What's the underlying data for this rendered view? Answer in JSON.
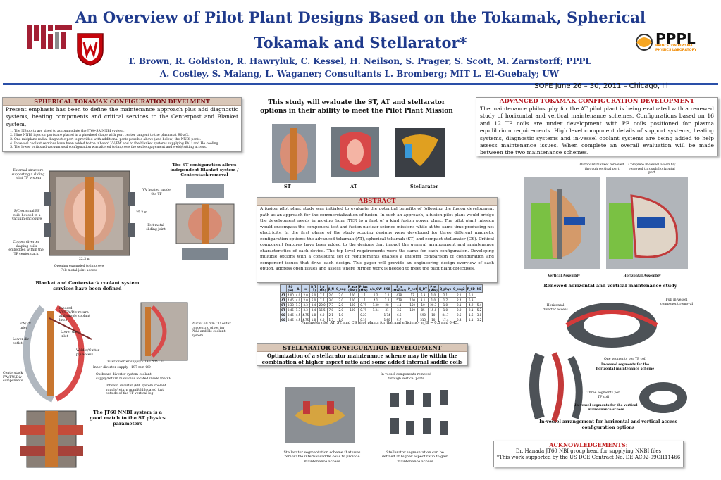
{
  "header": {
    "title_line1": "An Overview of Pilot Plant Designs Based on the Tokamak, Spherical",
    "title_line2": "Tokamak and Stellarator*",
    "authors_line1": "T. Brown, R. Goldston, R. Hawryluk, C. Kessel, H. Neilson, S. Prager, S. Scott, M. Zarnstorff; PPPL",
    "authors_line2": "A. Costley, S. Malang, L. Waganer; Consultants    L. Bromberg; MIT  L. El-Guebaly; UW",
    "conference": "SOFE June 26 – 30, 2011 – Chicago, Ill",
    "pppl_sub": "PRINCETON PLASMA PHYSICS LABORATORY"
  },
  "spherical": {
    "heading": "SPHERICAL TOKAMAK CONFIGURATION DEVELMENT",
    "intro": "Present emphasis has been to define the maintenance approach plus add diagnostic systems, heating components and critical services to the Centerpost and Blanket system,.",
    "items": [
      "The NB ports are sized to accommodate the JT60-SA NNBI system.",
      "Nine NNBI injector ports are placed in a pinwheel shape with port center tangent to the plasma at R0 a/2.",
      "One midplane radial diagnostic port is provided with additional ports possible above (and below) the NNBI ports.",
      "In-vessel coolant services have been added to the inboard VV/FW and to the blanket systems supplying PbLi and He cooling.",
      "The lower outboard vacuum seal configuration was altered to improve the seal engagement and weld/cutting access."
    ],
    "label_external_structure": "External structure supporting a sliding joint TF system",
    "label_sc_pf": "S/C external PF coils housed in a vacuum enclosure",
    "label_copper": "Copper diverter shaping coils embedded within the TF centerstack",
    "label_opening": "Opening expanded to improve Felt metal joint access",
    "label_vv_heated": "VV heated inside the TF",
    "label_felt": "Felt metal sliding joint",
    "dim_height": "25.2 m",
    "dim_width": "22.3 m",
    "caption_st_config": "The ST configuration allows independent Blanket system / Centerstack removal",
    "caption_blanket_services": "Blanket and Centerstack coolant system services have been defined",
    "label_inboard_vv": "Inboard VV/FW/Div return and supply coolant lines",
    "label_fw_vv_inlet": "FW/VV inlet",
    "label_lower_div_inlet": "Lower div inlet",
    "label_lower_div_outlet": "Lower div outlet",
    "label_welder": "Welder/Cutter pip access",
    "label_centerstack": "Centerstack FW/FW/Div components",
    "label_outer_supply": "Outer diverter supply - 140 mm OD",
    "label_inner_supply": "Inner diverter supply - 197 mm OD",
    "label_outboard_return": "Outboard diverter system coolant supply/return manifolds located inside the VV",
    "label_inboard_return": "Inboard diverter /FW system coolant supply/return manifold located just outside of the TF vertical leg",
    "label_pair_pipes": "Pair of 69 mm OD outer concentric pipes for PbLi and He coolant system",
    "caption_jt60": "The JT60 NNBI system is a good match to the ST physics parameters"
  },
  "study": {
    "statement": "This study will evaluate the ST, AT and stellarator options in their ability to meet the Pilot Plant Mission",
    "labels": [
      "ST",
      "AT",
      "Stellarator"
    ]
  },
  "abstract": {
    "heading": "ABSTRACT",
    "text": "A fusion pilot plant study was initiated to evaluate the potential benefits of following the fusion development path as an approach for the commercialization of fusion. In such an approach, a fusion pilot plant would bridge the development needs in moving from ITER to a first of a kind fusion power plant. The pilot plant mission would encompass the component test and fusion nuclear science missions while at the same time producing net electricity. In the first phase of the study scoping designs were developed for three different magnetic configuration options: the advanced tokamak (AT), spherical tokamak (ST) and compact stellarator (CS). Critical component features have been added to the designs that impact the general arrangement and maintenance characteristics of each device. The top level requirements were the same for each configuration. Developing multiple options with a consistent set of requirements enables a uniform comparison of configuration and component issues that drive each design. This paper will provide an engineering design overview of each option, address open issues and assess where further work is needed to meet the pilot plant objectives."
  },
  "table": {
    "headers": [
      "",
      "R0 (m)",
      "A",
      "κ",
      "B_T (T)",
      "I_p (MA)",
      "β_N",
      "Q_eng",
      "P_aux (MW)",
      "P_fus (MW)",
      "n/n_GW",
      "H98",
      "P_n (MW/m²)",
      "P_net",
      "Q_DT",
      "P_el (MW)",
      "Q_phys",
      "Q_eng2",
      "P_CD",
      "NB"
    ],
    "rows": [
      [
        "AT",
        "4.00",
        "4.0",
        "2.0",
        "6.0",
        "7.7",
        "2.0",
        "2.0",
        "100",
        "1.1",
        "1.2",
        "2.2",
        "438",
        "13",
        "6.3",
        "1.0",
        "2.1",
        "2.1",
        "5.1"
      ],
      [
        "AT",
        "4.45",
        "4.0",
        "2.0",
        "6.0",
        "7.7",
        "3.0",
        "2.0",
        "100",
        "1.1",
        "4.1",
        "2.2",
        "578",
        "100",
        "3.1",
        "1.0",
        "1.7",
        "2.4",
        "5.3"
      ],
      [
        "ST",
        "0.38",
        "1.7",
        "3.3",
        "3.4",
        "20.0",
        "7.3",
        "2.0",
        "100",
        "0.79",
        "1.30",
        "28",
        "4.1",
        "150",
        "10",
        "20.3",
        "1.0",
        "2.1",
        "4.9",
        "5.4"
      ],
      [
        "ST",
        "0.45",
        "1.7",
        "3.3",
        "3.4",
        "15.5",
        "7.8",
        "2.0",
        "100",
        "0.79",
        "1.34",
        "31",
        "3.5",
        "100",
        "85",
        "15.0",
        "1.0",
        "2.0",
        "2.1",
        "5.2"
      ],
      [
        "CS",
        "0.46",
        "4.5",
        "4.75",
        "1.8",
        "6.0",
        "2.1",
        "1.0",
        "-",
        "0.23",
        "-",
        "1.74",
        "6.6",
        "-",
        "590",
        "10",
        "84.7",
        "2.5",
        "1.6",
        "3.8"
      ],
      [
        "CS",
        "0.46",
        "4.5",
        "4.75",
        "1.8",
        "6.0",
        "1.7",
        "1.0",
        "-",
        "0.19",
        "-",
        "1.60",
        "5.7",
        "-",
        "313",
        "10",
        "17.4",
        "2.4",
        "1.1",
        "3.2"
      ]
    ],
    "caption": "Parameters for AT, ST, and CS pilot plants for thermal efficiency η_th = 0.3 and 0.45."
  },
  "stellarator": {
    "heading": "STELLARATOR CONFIGURATION DEVELOPMENT",
    "subtitle": "Optimization of a stellarator maintenance scheme may lie within the combination of higher aspect ratio and some added internal saddle coils",
    "label_removed": "In-vessel components removed through vertical ports",
    "caption_left": "Stellarator segmentation scheme that uses removable internal saddle coils to provide maintenance access",
    "caption_right": "Stellarator segmentation can be defined at higher aspect ratio to gain maintenance access"
  },
  "advanced": {
    "heading": "ADVANCED TOKAMAK CONFIGURATION DEVELOPMENT",
    "text": "The maintenance philosophy for the AT pilot plant is being evaluated with a renewed study of horizontal and vertical maintenance schemes. Configurations based on 16 and 12 TF coils are under development with PF coils positioned for plasma equilibrium requirements. High level component details of support systems, heating systems, diagnostic systems and in-vessel coolant systems are being added to help assess maintenance issues. When complete an overall evaluation will be made between the two maintenance schemes.",
    "label_outboard_blanket": "Outboard blanket removed through vertical port",
    "label_complete_removal": "Complete in-vessel assembly removed through horizontal port",
    "label_vertical_assembly": "Vertical Assembly",
    "label_horizontal_assembly": "Horizontal Assembly",
    "caption_renewed": "Renewed horizontal and vertical maintenance study",
    "label_full_invessel": "Full in-vessel component removal",
    "label_horizontal_diverter": "Horizontal diverter access",
    "label_one_segment": "One segments per TF coil",
    "label_invessel_horizontal": "In-vessel segments for the horizontal maintenance scheme",
    "label_three_segments": "Three segments per TF coil",
    "label_invessel_vertical": "In-vessel segments for the vertical maintenance schem",
    "caption_arrangement": "In-vessel arrangement for horizontal and vertical access configuration options"
  },
  "ack": {
    "heading": "ACKNOWLEDGEMENTS:",
    "line1": "Dr. Hanada JT60 NBI group head for supplying NNBI files",
    "line2": "*This work supported by the US DOE Contract No. DE-AC02-09CH11466"
  },
  "colors": {
    "title_blue": "#1f3a8c",
    "accent_red": "#b5121b",
    "header_tan": "#d9c7b8"
  }
}
